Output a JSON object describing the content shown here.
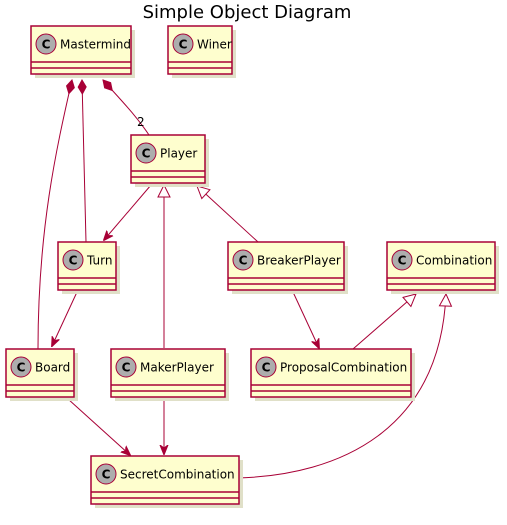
{
  "title": "Simple Object Diagram",
  "colors": {
    "class_fill": "#fefece",
    "class_border": "#a80036",
    "spot_fill": "#adadad",
    "arrow": "#a80036"
  },
  "classes": [
    {
      "id": "mastermind",
      "name": "Mastermind",
      "stereotype_letter": "C"
    },
    {
      "id": "winer",
      "name": "Winer",
      "stereotype_letter": "C"
    },
    {
      "id": "player",
      "name": "Player",
      "stereotype_letter": "C"
    },
    {
      "id": "turn",
      "name": "Turn",
      "stereotype_letter": "C"
    },
    {
      "id": "breaker-player",
      "name": "BreakerPlayer",
      "stereotype_letter": "C"
    },
    {
      "id": "combination",
      "name": "Combination",
      "stereotype_letter": "C"
    },
    {
      "id": "board",
      "name": "Board",
      "stereotype_letter": "C"
    },
    {
      "id": "maker-player",
      "name": "MakerPlayer",
      "stereotype_letter": "C"
    },
    {
      "id": "proposal-combination",
      "name": "ProposalCombination",
      "stereotype_letter": "C"
    },
    {
      "id": "secret-combination",
      "name": "SecretCombination",
      "stereotype_letter": "C"
    }
  ],
  "relations": [
    {
      "from": "mastermind",
      "to": "board",
      "kind": "composition"
    },
    {
      "from": "mastermind",
      "to": "turn",
      "kind": "composition"
    },
    {
      "from": "mastermind",
      "to": "player",
      "kind": "composition",
      "multiplicity": "2"
    },
    {
      "from": "player",
      "to": "turn",
      "kind": "association"
    },
    {
      "from": "maker-player",
      "to": "player",
      "kind": "generalization"
    },
    {
      "from": "breaker-player",
      "to": "player",
      "kind": "generalization"
    },
    {
      "from": "turn",
      "to": "board",
      "kind": "association"
    },
    {
      "from": "breaker-player",
      "to": "proposal-combination",
      "kind": "association"
    },
    {
      "from": "proposal-combination",
      "to": "combination",
      "kind": "generalization"
    },
    {
      "from": "secret-combination",
      "to": "combination",
      "kind": "generalization"
    },
    {
      "from": "board",
      "to": "secret-combination",
      "kind": "association"
    },
    {
      "from": "maker-player",
      "to": "secret-combination",
      "kind": "association"
    }
  ]
}
